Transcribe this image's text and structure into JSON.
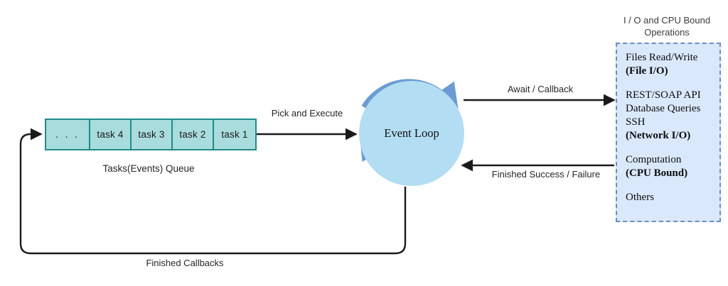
{
  "queue": {
    "cells": [
      ". . .",
      "task 4",
      "task 3",
      "task 2",
      "task 1"
    ],
    "caption": "Tasks(Events) Queue"
  },
  "event_loop": {
    "label": "Event Loop"
  },
  "operations_panel": {
    "title": "I / O and CPU Bound Operations",
    "groups": [
      {
        "lines": [
          "Files Read/Write"
        ],
        "bold_line": "(File I/O)"
      },
      {
        "lines": [
          "REST/SOAP API",
          "Database Queries",
          "SSH"
        ],
        "bold_line": "(Network I/O)"
      },
      {
        "lines": [
          "Computation"
        ],
        "bold_line": "(CPU Bound)"
      },
      {
        "lines": [
          "Others"
        ],
        "bold_line": ""
      }
    ]
  },
  "edges": {
    "pick_and_execute": "Pick and Execute",
    "await_callback": "Await / Callback",
    "finished_result": "Finished Success / Failure",
    "finished_callbacks": "Finished Callbacks"
  },
  "colors": {
    "queue_fill": "#a9dcdc",
    "queue_border": "#208b8b",
    "loop_fill": "#b2ddf2",
    "loop_ring": "#6b9bd2",
    "panel_fill": "#dae8fc",
    "panel_border": "#6c8ebf",
    "wire": "#1a1a1a"
  }
}
